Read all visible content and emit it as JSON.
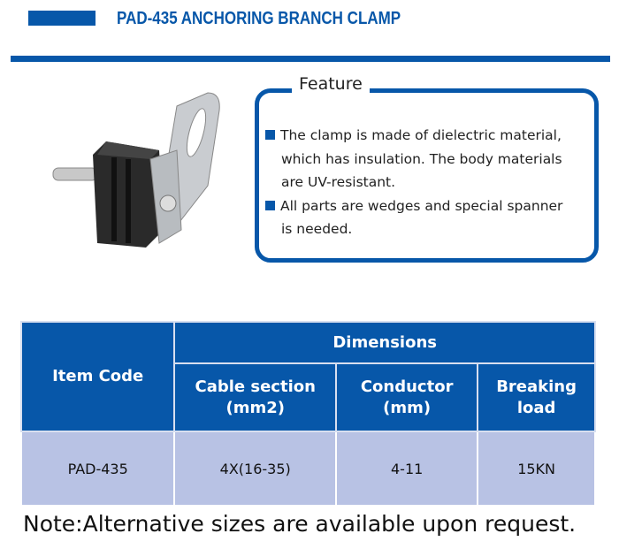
{
  "header": {
    "title": "PAD-435  ANCHORING BRANCH CLAMP"
  },
  "feature": {
    "title": "Feature",
    "items": [
      {
        "line1": "The clamp is made of dielectric material,",
        "line2": "which has insulation. The body materials",
        "line3": "are UV-resistant."
      },
      {
        "line1": "All parts are wedges and special spanner",
        "line2": "is needed."
      }
    ]
  },
  "table": {
    "item_code_header": "Item Code",
    "dimensions_header": "Dimensions",
    "columns": [
      "Cable section (mm2)",
      "Conductor (mm)",
      "Breaking load"
    ],
    "rows": [
      {
        "code": "PAD-435",
        "cable": "4X(16-35)",
        "conductor": "4-11",
        "load": "15KN"
      }
    ]
  },
  "note": "Note:Alternative sizes are available upon request.",
  "colors": {
    "brand": "#0757a9",
    "row": "#b8c2e4"
  }
}
